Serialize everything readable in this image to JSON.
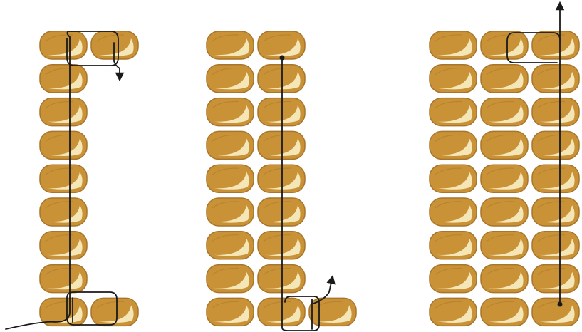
{
  "figure": {
    "colors": {
      "bead_body": "#c99236",
      "bead_outline": "#a8752a",
      "bead_highlight": "#f5e6b8",
      "bead_shadow": "#9a6a22",
      "thread": "#1a1a1a",
      "background": "#ffffff"
    },
    "panels": [
      {
        "id": "step-1",
        "rows": [
          {
            "beads": 2
          },
          {
            "beads": 1
          },
          {
            "beads": 1
          },
          {
            "beads": 1
          },
          {
            "beads": 1
          },
          {
            "beads": 1
          },
          {
            "beads": 1
          },
          {
            "beads": 1
          },
          {
            "beads": 2
          }
        ],
        "thread_arrow": "down",
        "thread_loops": 2,
        "has_tail": true
      },
      {
        "id": "step-2",
        "rows": [
          {
            "beads": 2
          },
          {
            "beads": 2
          },
          {
            "beads": 2
          },
          {
            "beads": 2
          },
          {
            "beads": 2
          },
          {
            "beads": 2
          },
          {
            "beads": 2
          },
          {
            "beads": 2
          },
          {
            "beads": 3
          }
        ],
        "thread_arrow": "up",
        "thread_loops": 1,
        "has_tail": false
      },
      {
        "id": "step-3",
        "rows": [
          {
            "beads": 3
          },
          {
            "beads": 3
          },
          {
            "beads": 3
          },
          {
            "beads": 3
          },
          {
            "beads": 3
          },
          {
            "beads": 3
          },
          {
            "beads": 3
          },
          {
            "beads": 3
          },
          {
            "beads": 3
          }
        ],
        "thread_arrow": "up",
        "thread_loops": 1,
        "has_tail": false
      }
    ]
  }
}
